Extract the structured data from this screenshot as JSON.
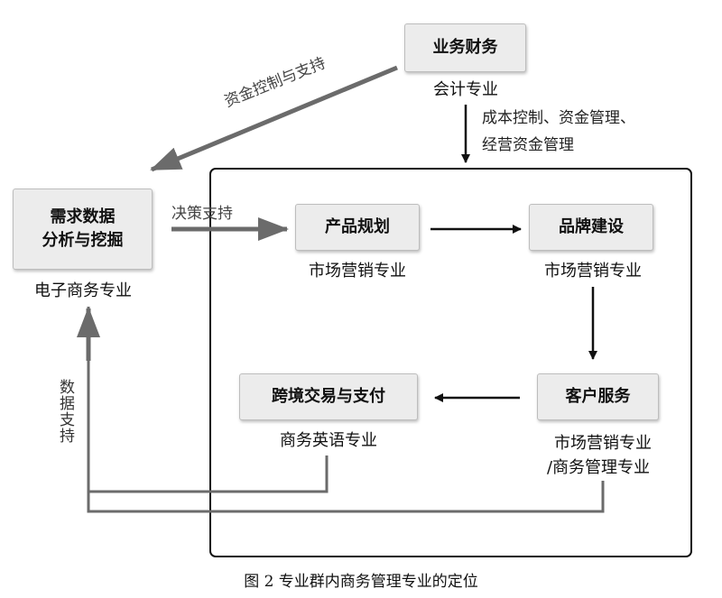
{
  "nodes": {
    "finance": {
      "title": "业务财务",
      "major": "会计专业"
    },
    "demand": {
      "line1": "需求数据",
      "line2": "分析与挖掘",
      "major": "电子商务专业"
    },
    "product": {
      "title": "产品规划",
      "major": "市场营销专业"
    },
    "brand": {
      "title": "品牌建设",
      "major": "市场营销专业"
    },
    "service": {
      "title": "客户服务",
      "major_line1": "市场营销专业",
      "major_line2": "/商务管理专业"
    },
    "crossborder": {
      "title": "跨境交易与支付",
      "major": "商务英语专业"
    }
  },
  "edges": {
    "capital_control": "资金控制与支持",
    "cost_control_line1": "成本控制、资金管理、",
    "cost_control_line2": "经营资金管理",
    "decision_support": "决策支持",
    "data_support": "数据支持"
  },
  "caption": "图 2  专业群内商务管理专业的定位",
  "colors": {
    "gray_arrow": "#6b6b6b",
    "black_arrow": "#111111",
    "node_fill": "#ececec"
  }
}
